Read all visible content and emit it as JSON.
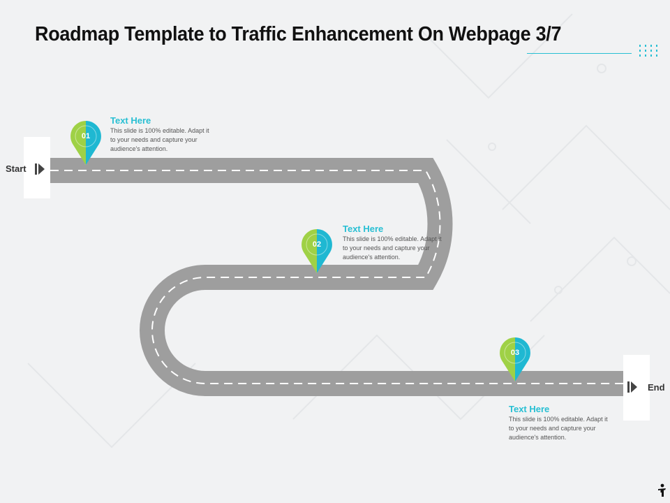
{
  "title": "Roadmap Template to Traffic Enhancement On Webpage 3/7",
  "colors": {
    "accent": "#27bfd3",
    "pin_left": "#9fd146",
    "pin_right": "#1fb8d2",
    "road": "#9e9e9e",
    "lane_marking": "#ffffff"
  },
  "start_label": "Start",
  "end_label": "End",
  "steps": [
    {
      "number": "01",
      "heading": "Text Here",
      "description": "This slide is 100% editable. Adapt it to your needs and capture your audience's attention."
    },
    {
      "number": "02",
      "heading": "Text Here",
      "description": "This slide is 100% editable. Adapt it to your needs and capture your audience's attention."
    },
    {
      "number": "03",
      "heading": "Text Here",
      "description": "This slide is 100% editable. Adapt it to your needs and capture your audience's attention."
    }
  ],
  "icons": {
    "start_marker": "play-arrow-icon",
    "end_marker": "play-arrow-icon",
    "corner": "person-icon",
    "decoration": "dotted-grid-icon"
  }
}
